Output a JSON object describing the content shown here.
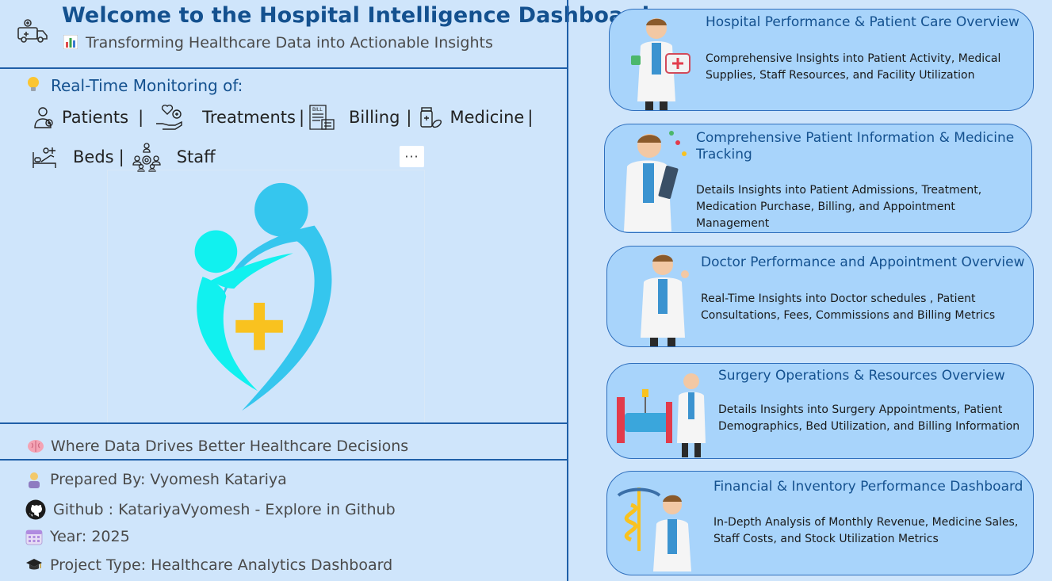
{
  "header": {
    "title": "Welcome to the Hospital Intelligence Dashboard",
    "subtitle": "Transforming Healthcare Data into Actionable Insights"
  },
  "monitoring": {
    "heading": "Real-Time Monitoring of:",
    "row1": [
      {
        "label": "Patients",
        "sep": "|",
        "icon": "patient-icon"
      },
      {
        "label": "Treatments",
        "sep": "|",
        "icon": "treatment-icon"
      },
      {
        "label": "Billing",
        "sep": "|",
        "icon": "bill-icon"
      },
      {
        "label": "Medicine",
        "sep": "|",
        "icon": "medicine-icon"
      }
    ],
    "row2": [
      {
        "label": "Beds",
        "sep": "|",
        "icon": "bed-icon"
      },
      {
        "label": "Staff",
        "sep": "",
        "icon": "staff-icon"
      }
    ]
  },
  "more_button": "···",
  "tagline": "Where Data Drives Better Healthcare Decisions",
  "info": {
    "prepared_by": "Prepared By: Vyomesh Katariya",
    "github": "Github : KatariyaVyomesh - Explore in Github",
    "year": "Year: 2025",
    "project_type": "Project Type: Healthcare Analytics Dashboard"
  },
  "colors": {
    "background": "#cfe5fb",
    "card": "#a8d4fb",
    "accent": "#14518f",
    "logo_cyan": "#11f1ef",
    "logo_blue": "#35c6ee",
    "logo_cross": "#f9c21f"
  },
  "cards": [
    {
      "title": "Hospital Performance & Patient Care Overview",
      "desc": "Comprehensive Insights into Patient Activity, Medical Supplies, Staff Resources, and Facility Utilization"
    },
    {
      "title": "Comprehensive Patient Information & Medicine Tracking",
      "desc": "Details Insights into Patient Admissions, Treatment, Medication Purchase, Billing, and Appointment Management"
    },
    {
      "title": "Doctor Performance and Appointment Overview",
      "desc": "Real-Time Insights into Doctor schedules , Patient Consultations, Fees, Commissions and Billing Metrics"
    },
    {
      "title": "Surgery Operations & Resources Overview",
      "desc": "Details Insights into Surgery Appointments, Patient Demographics, Bed Utilization, and Billing Information"
    },
    {
      "title": "Financial & Inventory Performance Dashboard",
      "desc": "In-Depth Analysis of Monthly Revenue, Medicine Sales, Staff Costs, and Stock Utilization Metrics"
    }
  ]
}
